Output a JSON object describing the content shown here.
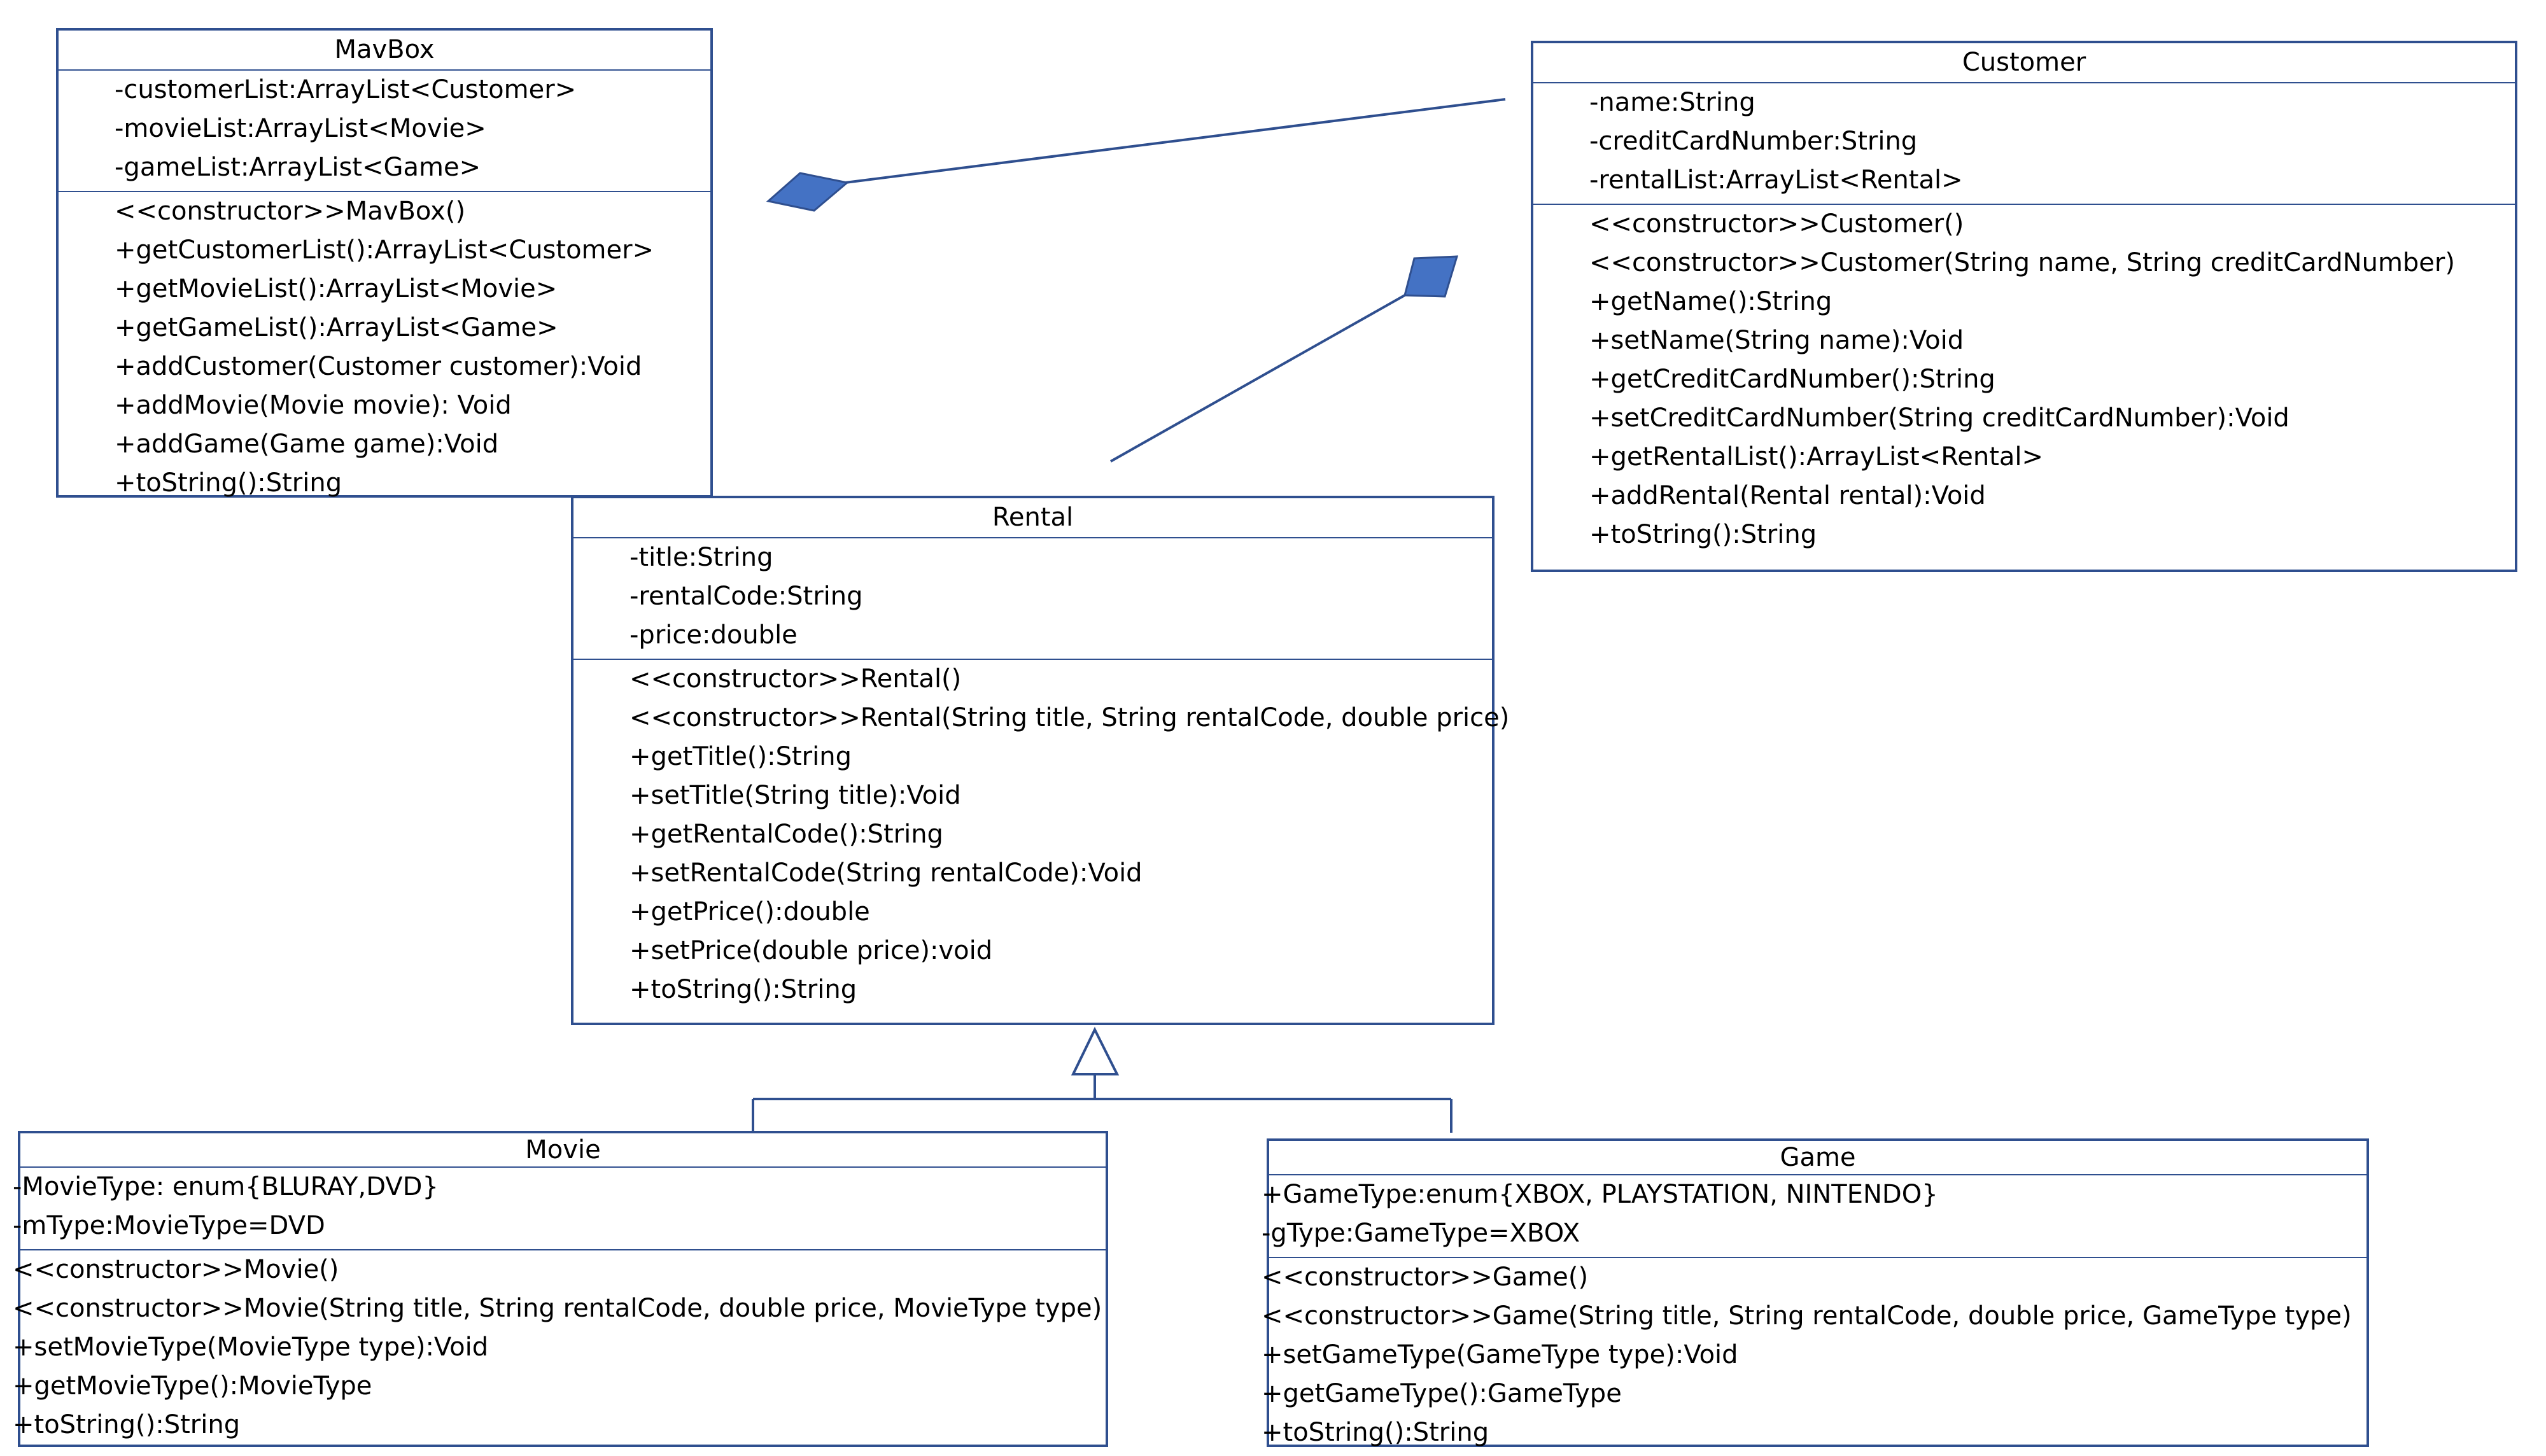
{
  "classes": {
    "mavbox": {
      "name": "MavBox",
      "attributes": [
        "-customerList:ArrayList<Customer>",
        "-movieList:ArrayList<Movie>",
        "-gameList:ArrayList<Game>"
      ],
      "methods": [
        "<<constructor>>MavBox()",
        "+getCustomerList():ArrayList<Customer>",
        "+getMovieList():ArrayList<Movie>",
        "+getGameList():ArrayList<Game>",
        "+addCustomer(Customer customer):Void",
        "+addMovie(Movie movie): Void",
        "+addGame(Game game):Void",
        "+toString():String"
      ]
    },
    "customer": {
      "name": "Customer",
      "attributes": [
        "-name:String",
        "-creditCardNumber:String",
        "-rentalList:ArrayList<Rental>"
      ],
      "methods": [
        "<<constructor>>Customer()",
        "<<constructor>>Customer(String name, String creditCardNumber)",
        "+getName():String",
        "+setName(String name):Void",
        "+getCreditCardNumber():String",
        "+setCreditCardNumber(String creditCardNumber):Void",
        "+getRentalList():ArrayList<Rental>",
        "+addRental(Rental rental):Void",
        "+toString():String"
      ]
    },
    "rental": {
      "name": "Rental",
      "attributes": [
        "-title:String",
        "-rentalCode:String",
        "-price:double"
      ],
      "methods": [
        "<<constructor>>Rental()",
        "<<constructor>>Rental(String title, String rentalCode, double price)",
        "+getTitle():String",
        "+setTitle(String title):Void",
        "+getRentalCode():String",
        "+setRentalCode(String rentalCode):Void",
        "+getPrice():double",
        "+setPrice(double price):void",
        "+toString():String"
      ]
    },
    "movie": {
      "name": "Movie",
      "attributes": [
        "-MovieType: enum{BLURAY,DVD}",
        "-mType:MovieType=DVD"
      ],
      "methods": [
        "<<constructor>>Movie()",
        "<<constructor>>Movie(String title, String rentalCode, double price, MovieType type)",
        "+setMovieType(MovieType type):Void",
        "+getMovieType():MovieType",
        "+toString():String"
      ]
    },
    "game": {
      "name": "Game",
      "attributes": [
        "+GameType:enum{XBOX, PLAYSTATION, NINTENDO}",
        "-gType:GameType=XBOX"
      ],
      "methods": [
        "<<constructor>>Game()",
        "<<constructor>>Game(String title, String rentalCode, double price, GameType type)",
        "+setGameType(GameType type):Void",
        "+getGameType():GameType",
        "+toString():String"
      ]
    }
  },
  "colors": {
    "border": "#2f4f8f",
    "diamond_fill": "#4472c4",
    "line": "#2f4f8f"
  }
}
